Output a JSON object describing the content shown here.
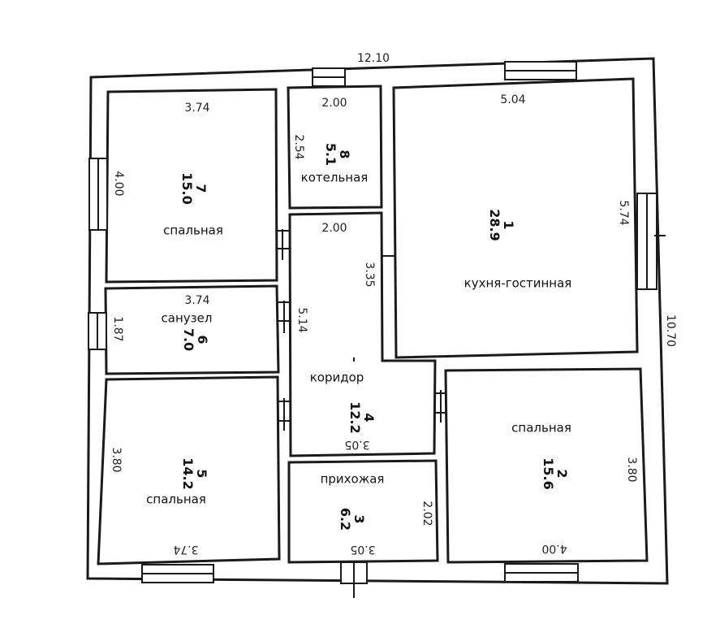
{
  "dimensions": {
    "overall_width": "12.10",
    "overall_height": "10.70",
    "bedroom7_width": "3.74",
    "bedroom7_height": "4.00",
    "boiler_width": "2.00",
    "boiler_height": "2.54",
    "kitchen_width": "5.04",
    "kitchen_height": "5.74",
    "corridor_width_top": "2.00",
    "corridor_jog": "3.35",
    "corridor_height": "5.14",
    "corridor_width_bottom": "3.05",
    "bath_width": "3.74",
    "bath_height": "1.87",
    "bedroom5_height": "3.80",
    "bedroom5_width": "3.74",
    "hall_height": "2.02",
    "hall_width": "3.05",
    "bedroom2_height": "3.80",
    "bedroom2_width": "4.00"
  },
  "rooms": {
    "r1": {
      "number": "1",
      "area": "28.9",
      "name": "кухня-гостинная"
    },
    "r2": {
      "number": "2",
      "area": "15.6",
      "name": "спальная"
    },
    "r3": {
      "number": "3",
      "area": "6.2",
      "name": "прихожая"
    },
    "r4": {
      "number": "4",
      "area": "12.2",
      "name": "коридор"
    },
    "r5": {
      "number": "5",
      "area": "14.2",
      "name": "спальная"
    },
    "r6": {
      "number": "6",
      "area": "7.0",
      "name": "санузел"
    },
    "r7": {
      "number": "7",
      "area": "15.0",
      "name": "спальная"
    },
    "r8": {
      "number": "8",
      "area": "5.1",
      "name": "котельная"
    }
  },
  "colors": {
    "wall": "#1a1a1a",
    "background": "#ffffff"
  }
}
